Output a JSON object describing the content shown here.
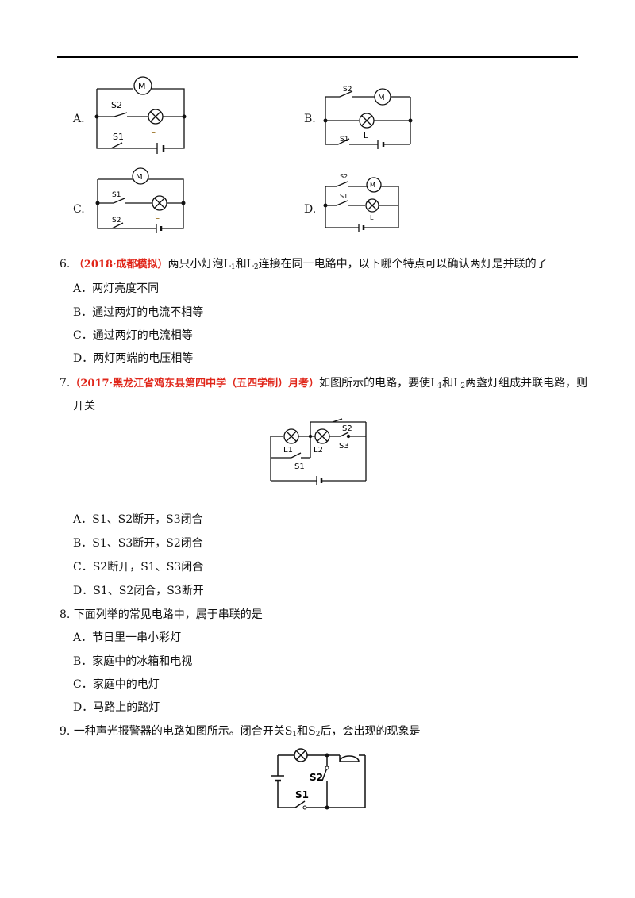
{
  "prev_question_options": [
    {
      "label": "A.",
      "parts": {
        "motor": "M",
        "lamp": "L",
        "s1": "S1",
        "s2": "S2"
      }
    },
    {
      "label": "B.",
      "parts": {
        "motor": "M",
        "lamp": "L",
        "s1": "S1",
        "s2": "S2"
      }
    },
    {
      "label": "C.",
      "parts": {
        "motor": "M",
        "lamp": "L",
        "s1": "S1",
        "s2": "S2"
      }
    },
    {
      "label": "D.",
      "parts": {
        "motor": "M",
        "lamp": "L",
        "s1": "S1",
        "s2": "S2"
      }
    }
  ],
  "q6": {
    "number": "6.",
    "source": "（2018·成都模拟）",
    "stem_a": "两只小灯泡L",
    "sub1": "1",
    "stem_b": "和L",
    "sub2": "2",
    "stem_c": "连接在同一电路中，以下哪个特点可以确认两灯是并联的了",
    "options": [
      "A．两灯亮度不同",
      "B．通过两灯的电流不相等",
      "C．通过两灯的电流相等",
      "D．两灯两端的电压相等"
    ]
  },
  "q7": {
    "number": "7.",
    "source": "（2017·黑龙江省鸡东县第四中学（五四学制）月考）",
    "stem_a": "如图所示的电路，要使L",
    "sub1": "1",
    "stem_b": "和L",
    "sub2": "2",
    "stem_c": "两盏灯组成并联电路，则",
    "stem_line2": "开关",
    "figure_labels": {
      "l1": "L1",
      "l2": "L2",
      "s1": "S1",
      "s2": "S2",
      "s3": "S3"
    },
    "options": [
      {
        "prefix": "A．",
        "text": "S1、S2断开，S3闭合"
      },
      {
        "prefix": "B．",
        "text": "S1、S3断开，S2闭合"
      },
      {
        "prefix": "C．",
        "text": "S2断开，S1、S3闭合"
      },
      {
        "prefix": "D．",
        "text": "S1、S2闭合，S3断开"
      }
    ]
  },
  "q8": {
    "number": "8.",
    "stem": "下面列举的常见电路中，属于串联的是",
    "options": [
      "A．节日里一串小彩灯",
      "B．家庭中的冰箱和电视",
      "C．家庭中的电灯",
      "D．马路上的路灯"
    ]
  },
  "q9": {
    "number": "9.",
    "stem_a": "一种声光报警器的电路如图所示。闭合开关S",
    "sub1": "1",
    "stem_b": "和S",
    "sub2": "2",
    "stem_c": "后，会出现的现象是",
    "figure_labels": {
      "s1": "S1",
      "s2": "S2"
    }
  },
  "colors": {
    "source_red": "#e0261a",
    "ink": "#111111"
  }
}
